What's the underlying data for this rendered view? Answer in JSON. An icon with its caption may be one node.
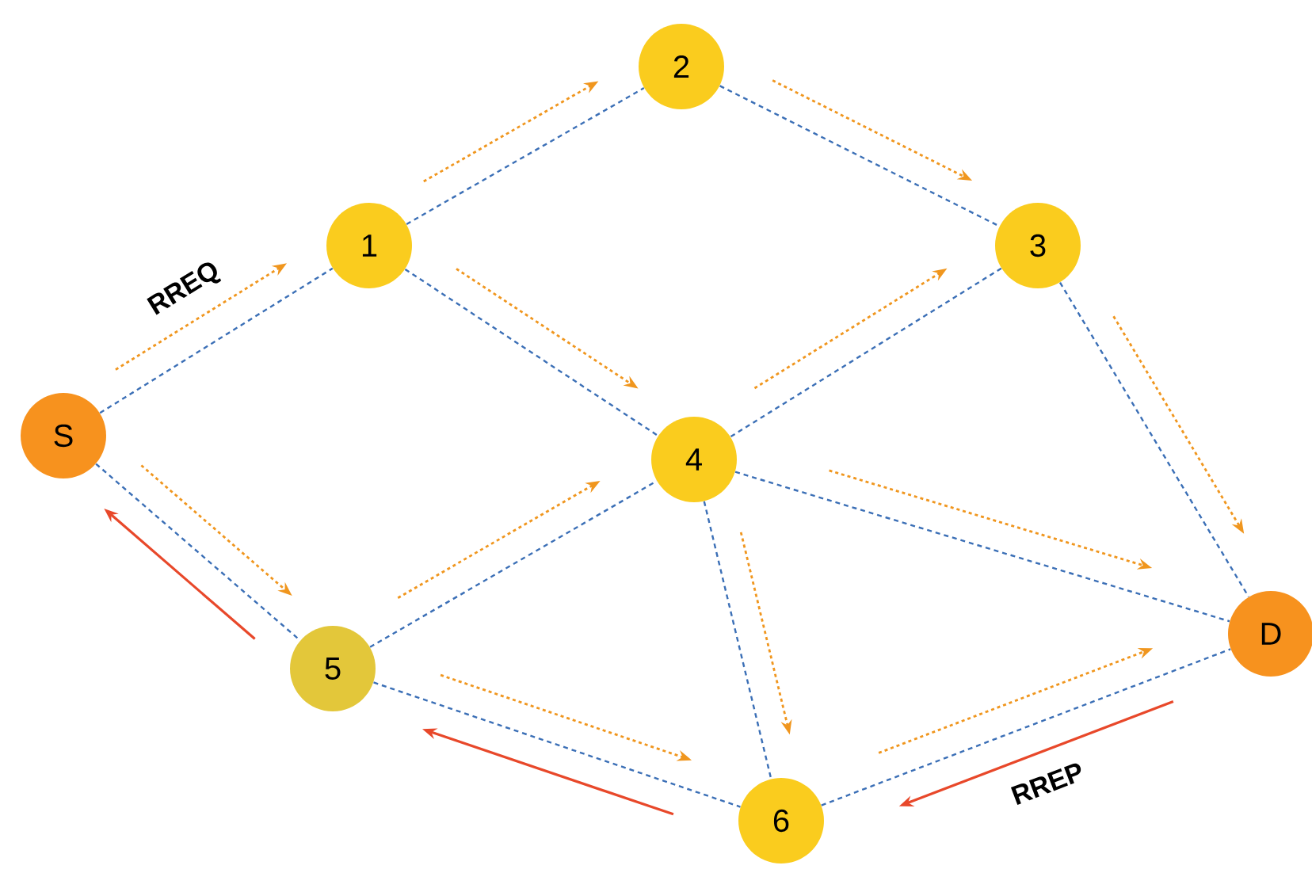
{
  "diagram": {
    "nodes": [
      {
        "text": [
          "S"
        ]
      },
      {
        "text": [
          "1"
        ]
      },
      {
        "text": [
          "2"
        ]
      },
      {
        "text": [
          "3"
        ]
      },
      {
        "text": [
          "4"
        ]
      },
      {
        "text": [
          "5"
        ]
      },
      {
        "text": [
          "6"
        ]
      },
      {
        "text": [
          "D"
        ]
      }
    ],
    "edges": [
      {
        "from": 0,
        "to": 1,
        "arrow": "none",
        "style": "dashed"
      },
      {
        "from": 1,
        "to": 2,
        "arrow": "none",
        "style": "dashed"
      },
      {
        "from": 2,
        "to": 3,
        "arrow": "none",
        "style": "dashed"
      },
      {
        "from": 1,
        "to": 4,
        "arrow": "none",
        "style": "dashed"
      },
      {
        "from": 3,
        "to": 4,
        "arrow": "none",
        "style": "dashed"
      },
      {
        "from": 3,
        "to": 7,
        "arrow": "none",
        "style": "dashed"
      },
      {
        "from": 0,
        "to": 5,
        "arrow": "none",
        "style": "dashed"
      },
      {
        "from": 5,
        "to": 4,
        "arrow": "none",
        "style": "dashed"
      },
      {
        "from": 4,
        "to": 7,
        "arrow": "none",
        "style": "dashed"
      },
      {
        "from": 4,
        "to": 6,
        "arrow": "none",
        "style": "dashed"
      },
      {
        "from": 5,
        "to": 6,
        "arrow": "none",
        "style": "dashed"
      },
      {
        "from": 6,
        "to": 7,
        "arrow": "none",
        "style": "dashed"
      },
      {
        "from": 0,
        "to": 1,
        "arrow": "to",
        "style": "dashed",
        "color": "#f0961e",
        "label": "RREQ"
      },
      {
        "from": 1,
        "to": 2,
        "arrow": "to",
        "style": "dashed",
        "color": "#f0961e"
      },
      {
        "from": 2,
        "to": 3,
        "arrow": "to",
        "style": "dashed",
        "color": "#f0961e"
      },
      {
        "from": 1,
        "to": 4,
        "arrow": "to",
        "style": "dashed",
        "color": "#f0961e"
      },
      {
        "from": 4,
        "to": 3,
        "arrow": "to",
        "style": "dashed",
        "color": "#f0961e"
      },
      {
        "from": 0,
        "to": 5,
        "arrow": "to",
        "style": "dashed",
        "color": "#f0961e"
      },
      {
        "from": 5,
        "to": 4,
        "arrow": "to",
        "style": "dashed",
        "color": "#f0961e"
      },
      {
        "from": 3,
        "to": 7,
        "arrow": "to",
        "style": "dashed",
        "color": "#f0961e"
      },
      {
        "from": 4,
        "to": 7,
        "arrow": "to",
        "style": "dashed",
        "color": "#f0961e"
      },
      {
        "from": 4,
        "to": 6,
        "arrow": "to",
        "style": "dashed",
        "color": "#f0961e"
      },
      {
        "from": 5,
        "to": 6,
        "arrow": "to",
        "style": "dashed",
        "color": "#f0961e"
      },
      {
        "from": 6,
        "to": 7,
        "arrow": "to",
        "style": "dashed",
        "color": "#f0961e"
      },
      {
        "from": 5,
        "to": 0,
        "arrow": "to",
        "color": "#e8482a"
      },
      {
        "from": 6,
        "to": 5,
        "arrow": "to",
        "color": "#e8482a"
      },
      {
        "from": 7,
        "to": 6,
        "arrow": "to",
        "color": "#e8482a",
        "label": "RREP"
      }
    ]
  }
}
